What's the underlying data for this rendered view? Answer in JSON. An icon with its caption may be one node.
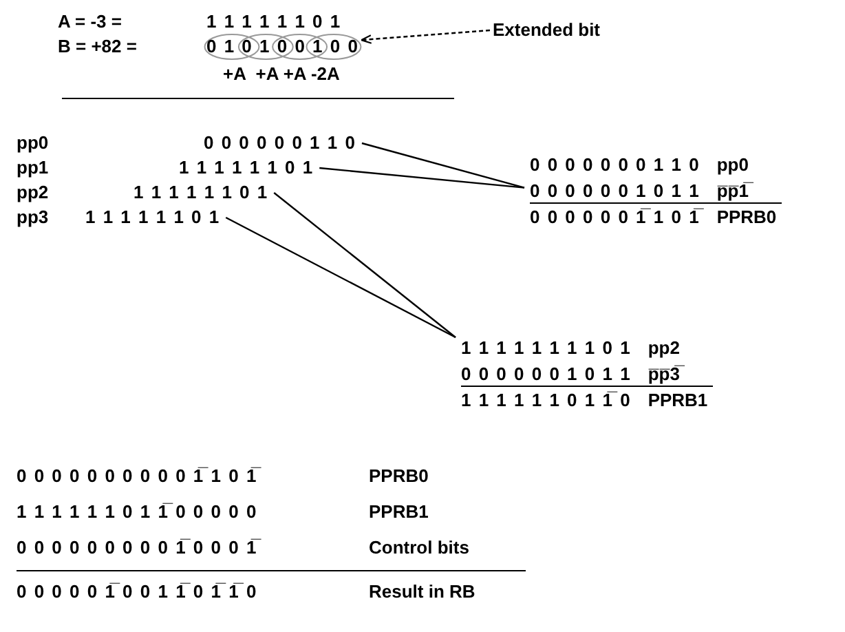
{
  "diagram": {
    "nodes": [
      {
        "text": [
          "Extended bit"
        ]
      },
      {
        "text": [
          "0 0 0 0 0 0 1 1 0"
        ]
      },
      {
        "text": [
          "1 1 1 1 1 1 0 1"
        ]
      },
      {
        "text": [
          "1 1 1 1 1 1 0 1"
        ]
      },
      {
        "text": [
          "1 1 1 1 1 1 0 1"
        ]
      },
      {
        "text": [
          "0 0 0 0 0 0 0 1 1 0",
          "pp0",
          "0 0 0 0 0 0 1 0 1 1",
          "p̅p̅1̅",
          "0 0 0 0 0 0 1̅ 1 0 1̅",
          "PPRB0"
        ]
      },
      {
        "text": [
          "1 1 1 1 1 1 1 1 0 1",
          "pp2",
          "0 0 0 0 0 0 1 0 1 1",
          "p̅p̅3̅",
          "1 1 1 1 1 1 0 1 1̅ 0",
          "PPRB1"
        ]
      },
      {
        "text": [],
        "shape": "ellipse"
      },
      {
        "text": [],
        "shape": "ellipse"
      },
      {
        "text": [],
        "shape": "ellipse"
      },
      {
        "text": [],
        "shape": "ellipse"
      }
    ],
    "edges": [
      {
        "from": 0,
        "to": 10,
        "arrow": "to",
        "style": "dashed"
      },
      {
        "from": 1,
        "to": 5,
        "arrow": "none"
      },
      {
        "from": 2,
        "to": 5,
        "arrow": "none"
      },
      {
        "from": 3,
        "to": 6,
        "arrow": "none"
      },
      {
        "from": 4,
        "to": 6,
        "arrow": "none"
      }
    ],
    "labels": [
      "A = -3 =",
      "1 1 1 1 1 1 0 1",
      "B = +82 =",
      "0 1 0 1 0 0 1 0 0",
      "+A  +A +A -2A",
      "pp0",
      "pp1",
      "pp2",
      "pp3",
      "0 0 0 0 0 0 0 0 0 0 1̅ 1 0 1̅",
      "PPRB0",
      "1 1 1 1 1 1 0 1 1̅ 0 0 0 0 0",
      "PPRB1",
      "0 0 0 0 0 0 0 0 0 1̅ 0 0 0 1̅",
      "Control bits",
      "0 0 0 0 0 1̅ 0 0 1 1̅ 0 1̅ 1̅ 0",
      "Result in RB"
    ]
  }
}
